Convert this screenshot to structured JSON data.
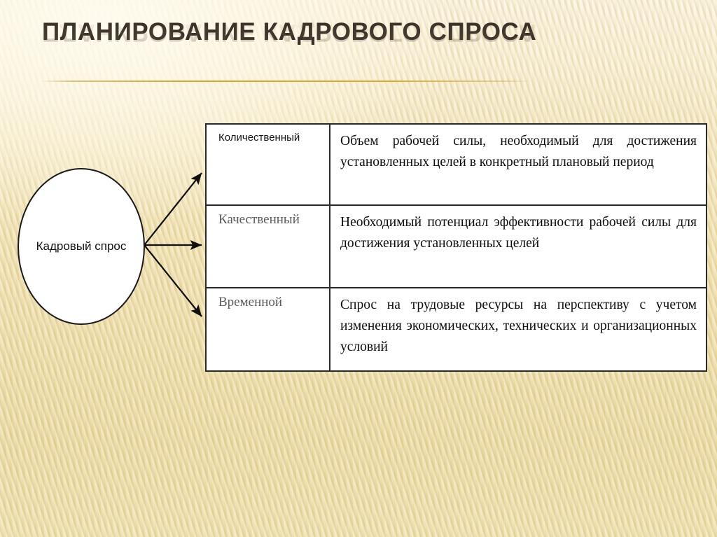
{
  "slide": {
    "title": "ПЛАНИРОВАНИЕ КАДРОВОГО СПРОСА",
    "background_color": "#EEE0AC",
    "title_color": "#3B3229",
    "accent_rule_color": "#D6A123"
  },
  "diagram": {
    "source_node": {
      "label": "Кадровый спрос",
      "shape": "ellipse",
      "fill": "#FFFFFF",
      "stroke": "#1A1A1A"
    },
    "connectors": [
      {
        "name": "arrow-to-row-1",
        "target": "Количественный"
      },
      {
        "name": "arrow-to-row-2",
        "target": "Качественный"
      },
      {
        "name": "arrow-to-row-3",
        "target": "Временной"
      }
    ]
  },
  "table": {
    "border_color": "#2B2B2B",
    "fill": "#FFFFFF",
    "rows": [
      {
        "label": "Количественный",
        "label_color": "#151515",
        "description": "Объем рабочей силы, необходимый для достижения установленных целей в конкретный плановый период"
      },
      {
        "label": "Качественный",
        "label_color": "#5C5C5C",
        "description": "Необходимый потенциал эффективности рабочей силы для достижения установленных целей"
      },
      {
        "label": "Временной",
        "label_color": "#5C5C5C",
        "description": "Спрос на трудовые ресурсы на перспективу с учетом изменения экономических, технических и организационных условий"
      }
    ]
  }
}
